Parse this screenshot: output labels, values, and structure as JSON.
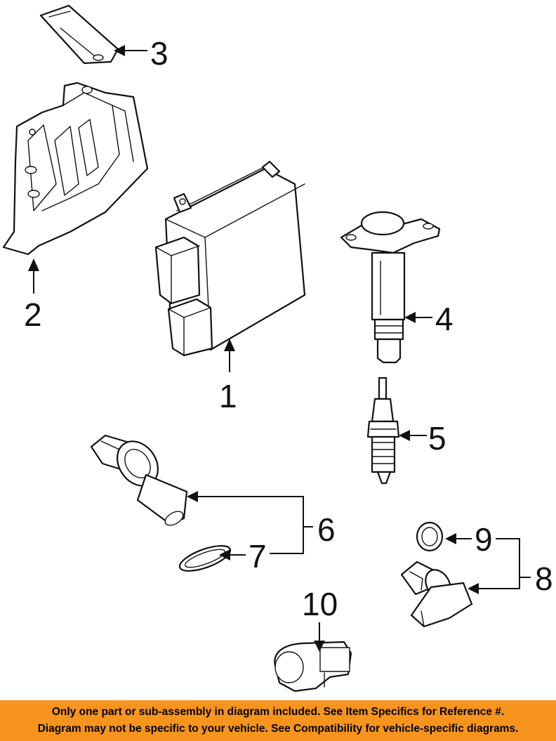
{
  "callouts": {
    "c1": "1",
    "c2": "2",
    "c3": "3",
    "c4": "4",
    "c5": "5",
    "c6": "6",
    "c7": "7",
    "c8": "8",
    "c9": "9",
    "c10": "10"
  },
  "footer": {
    "line1": "Only one part or sub-assembly in diagram included. See Item Specifics for Reference #.",
    "line2": "Diagram may not be specific to your vehicle. See Compatibility for vehicle-specific diagrams."
  },
  "colors": {
    "footer_bg": "#f7941d",
    "line": "#111111"
  }
}
